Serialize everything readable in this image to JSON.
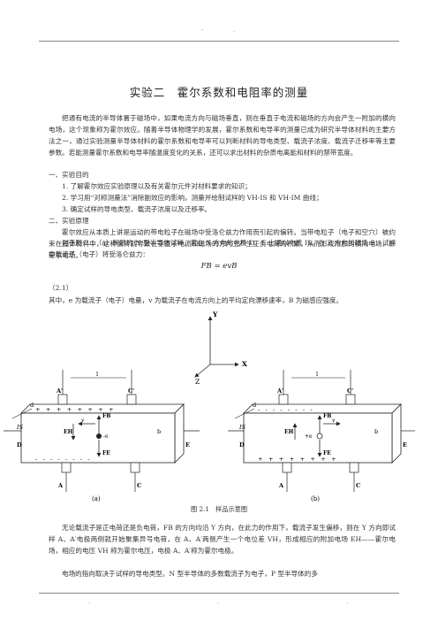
{
  "header": {
    "dots": [
      "-",
      "."
    ]
  },
  "footer": {
    "dots": [
      ".",
      ".",
      "."
    ]
  },
  "title": "实验二　霍尔系数和电阻率的测量",
  "intro": "把通有电流的半导体置于磁场中，如果电流方向与磁场垂直，则在垂直于电流和磁场的方向会产生一附加的横向电场，这个现象称为霍尔效应。随着半导体物理学的发展，霍尔系数和电导率的测量已成为研究半导体材料的主要方法之一，通过实验测量半导体材料的霍尔系数和电导率可以判断材料的导电类型、载流子浓度、载流子迁移率等主要参数。若能测量霍尔系数和电导率随温度变化的关系，还可以求出材料的杂质电离能和材料的禁带宽度。",
  "section1": {
    "heading": "一、实验目的",
    "items": [
      "1.  了解霍尔效应实验原理以及有关霍尔元件对材料要求的知识；",
      "2.  学习用“对称测量法”消除副效应的影响，测量并绘制试样的 VH-IS 和 VH-IM 曲线；",
      "3.  确定试样的导电类型、载流子浓度以及迁移率。"
    ]
  },
  "section2": {
    "heading": "二、实验原理",
    "para1": "霍尔效应从本质上讲是运动的带电粒子在磁场中受洛仑兹力作用而引起的偏转。当带电粒子（电子和空穴）被约束在固体材料中，这种偏转就导致在垂直于电流和磁场的方向上产生正负电荷的积累，从而形成附加的横向电场，即霍尔电场。",
    "para2": "对于图 2.1（a）所示的 N 型半导体试样，若在 X 方向的电极 D、E 上通以电流 IS，在 Z 方向加磁场 B，试样中载流子（电子）将受洛仑兹力：",
    "formula": "FB = evB",
    "eq_num": "（2.1）",
    "para3": "其中，e 为载流子（电子）电量，v 为载流子在电流方向上的平均定向漂移速率，B 为磁感应强度。"
  },
  "figure": {
    "axes": {
      "x": "X",
      "y": "Y",
      "z": "Z"
    },
    "panel_a": {
      "label": "(a)",
      "electrodes": {
        "top_left": "A'",
        "top_right": "C'",
        "bottom_left": "A",
        "bottom_right": "C",
        "left": "D",
        "right": "E"
      },
      "dims": {
        "length": "l",
        "width": "b",
        "thickness": "d"
      },
      "current": "IS",
      "top_charges": "+ + + + + + + +",
      "bottom_charges": "- - - - - - - -",
      "vectors": {
        "hall_field": "EH",
        "velocity": "v",
        "charge": "-e",
        "lorentz": "FB",
        "electric": "FE"
      }
    },
    "panel_b": {
      "label": "(b)",
      "electrodes": {
        "top_left": "A'",
        "top_right": "C'",
        "bottom_left": "A",
        "bottom_right": "C",
        "left": "D",
        "right": "E"
      },
      "dims": {
        "length": "l",
        "width": "b",
        "thickness": "d"
      },
      "current": "IS",
      "top_charges": "- - - - - - - -",
      "bottom_charges": "+ + + + + + + +",
      "vectors": {
        "hall_field": "EH",
        "velocity": "v",
        "charge": "+e",
        "lorentz": "FB",
        "electric": "FE"
      }
    },
    "caption": "图 2.1　样品示意图"
  },
  "after": {
    "para1": "无论载流子是正电荷还是负电荷，FB 的方向均沿 Y 方向，在此力的作用下，载流子发生偏移，则在 Y 方向即试样 A、A′电极两侧就开始聚集异号电荷，在 A、A′两侧产生一个电位差 VH，形成相应的附加电场 EH——霍尔电场，相应的电压 VH 称为霍尔电压，电极 A、A′称为霍尔电极。",
    "para2": "电场的指向取决于试样的导电类型。N 型半导体的多数载流子为电子，P 型半导体的多"
  }
}
